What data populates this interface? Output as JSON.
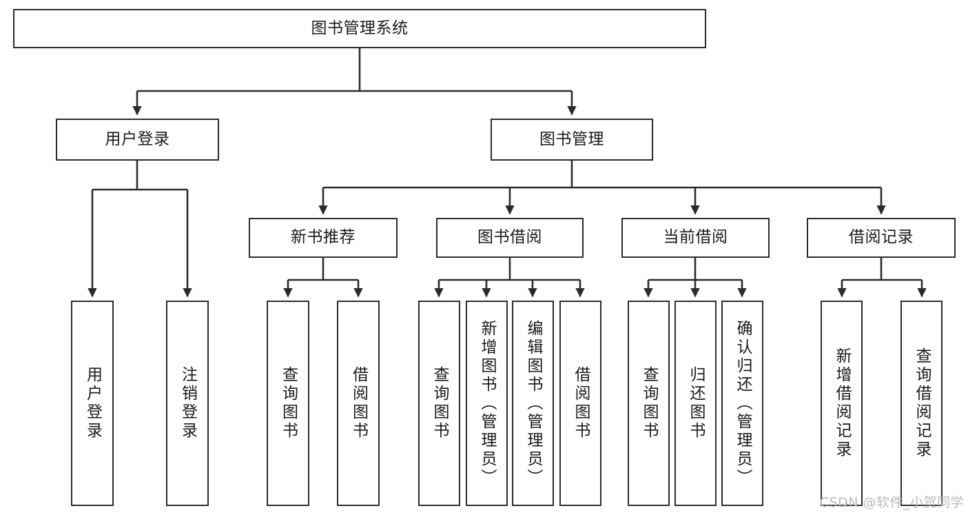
{
  "diagram": {
    "title": "图书管理系统",
    "type": "tree-hierarchy",
    "watermark": "CSDN @软件_小贺同学",
    "colors": {
      "box_border": "#2b2b2b",
      "box_fill": "#ffffff",
      "edge": "#2b2b2b",
      "text": "#1a1a1a",
      "watermark": "#b9b9b9",
      "background": "#ffffff"
    },
    "nodes": {
      "root": {
        "label": "图书管理系统"
      },
      "level1": [
        {
          "label": "用户登录"
        },
        {
          "label": "图书管理"
        }
      ],
      "level2": [
        {
          "label": "新书推荐"
        },
        {
          "label": "图书借阅"
        },
        {
          "label": "当前借阅"
        },
        {
          "label": "借阅记录"
        }
      ],
      "leaves": {
        "user_login": [
          {
            "label": "用户登录"
          },
          {
            "label": "注销登录"
          }
        ],
        "new_book": [
          {
            "label": "查询图书"
          },
          {
            "label": "借阅图书"
          }
        ],
        "book_borrow": [
          {
            "label": "查询图书"
          },
          {
            "label": "新增图书（管理员）"
          },
          {
            "label": "编辑图书（管理员）"
          },
          {
            "label": "借阅图书"
          }
        ],
        "current_borrow": [
          {
            "label": "查询图书"
          },
          {
            "label": "归还图书"
          },
          {
            "label": "确认归还（管理员）"
          }
        ],
        "borrow_record": [
          {
            "label": "新增借阅记录"
          },
          {
            "label": "查询借阅记录"
          }
        ]
      }
    }
  }
}
